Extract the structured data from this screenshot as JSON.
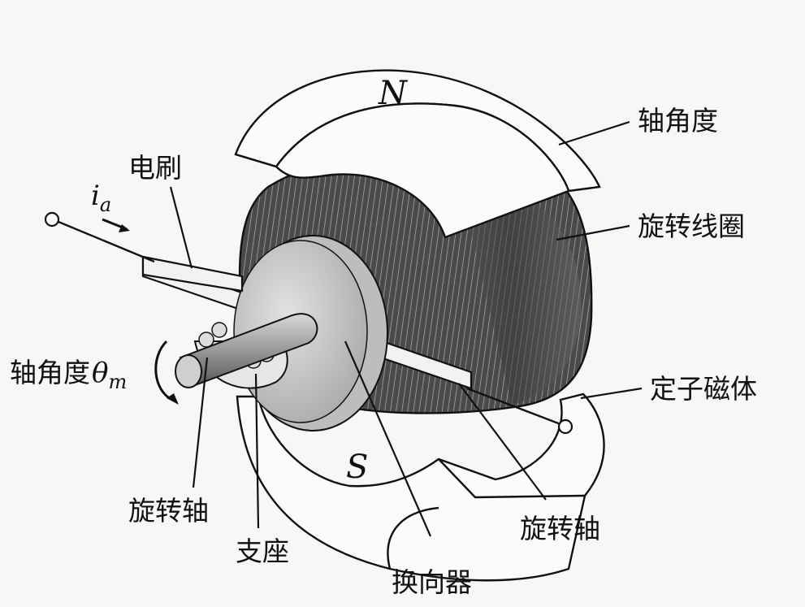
{
  "poles": {
    "north": "N",
    "south": "S"
  },
  "labels": {
    "shaft_angle_top": "轴角度",
    "brush": "电刷",
    "rotor_coil": "旋转线圈",
    "stator_magnet": "定子磁体",
    "shaft_angle_left": "轴角度",
    "rotating_shaft_left": "旋转轴",
    "bearing": "支座",
    "commutator": "换向器",
    "rotating_shaft_right": "旋转轴"
  },
  "symbols": {
    "current": "i",
    "current_sub": "a",
    "theta": "θ",
    "theta_sub": "m"
  },
  "colors": {
    "ink": "#111111",
    "paper": "#f7f7f5",
    "magnet": "#fbfbfa",
    "armature_dark": "#3e3e3e",
    "armature_light": "#8a8a8a",
    "commutator": "#c9c9c9"
  }
}
